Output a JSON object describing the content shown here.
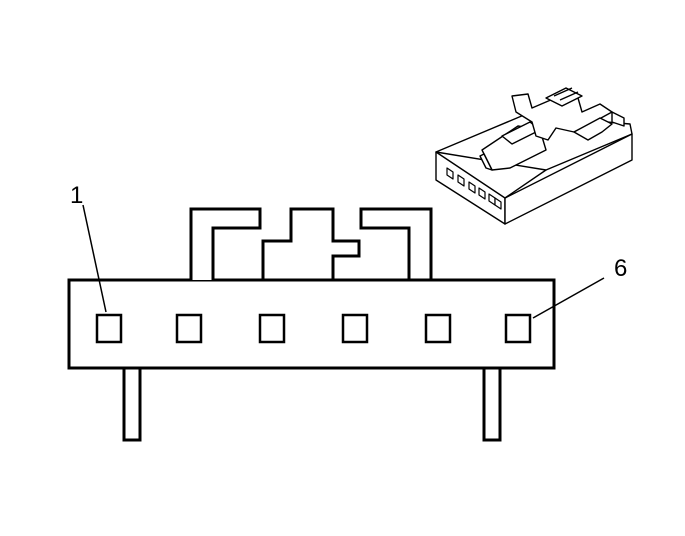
{
  "diagram": {
    "labels": {
      "pin_first": "1",
      "pin_last": "6"
    },
    "cavity_count": 6,
    "colors": {
      "stroke": "#000000",
      "fill": "#ffffff"
    }
  }
}
